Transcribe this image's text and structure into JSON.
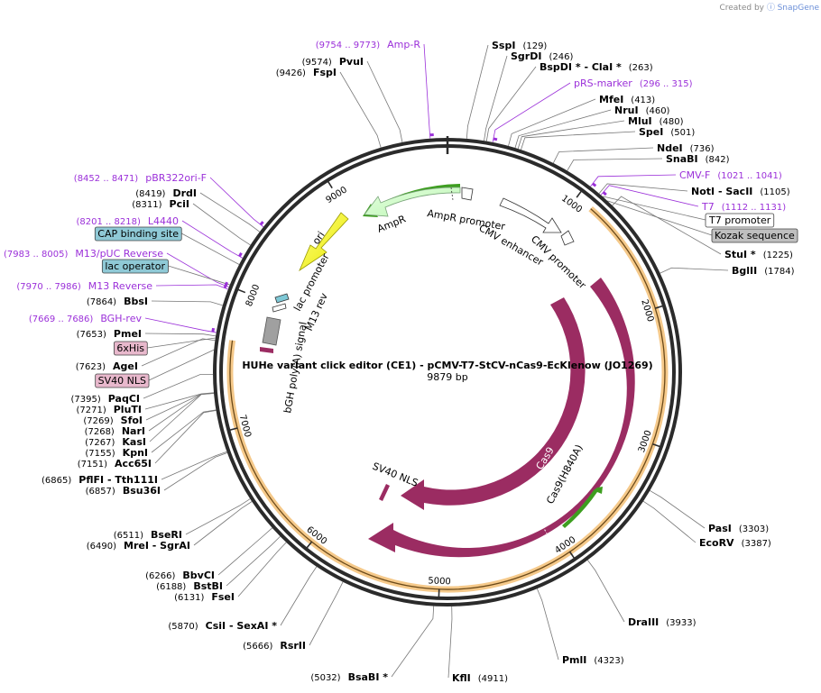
{
  "credit": {
    "prefix": "Created by",
    "brand": "SnapGene"
  },
  "plasmid": {
    "title": "HUHe variant click editor (CE1) - pCMV-T7-StCV-nCas9-EcKlenow (JO1269)",
    "size_label": "9879 bp",
    "length": 9879
  },
  "ticks": [
    {
      "label": "1000",
      "bp": 1000
    },
    {
      "label": "2000",
      "bp": 2000
    },
    {
      "label": "3000",
      "bp": 3000
    },
    {
      "label": "4000",
      "bp": 4000
    },
    {
      "label": "5000",
      "bp": 5000
    },
    {
      "label": "6000",
      "bp": 6000
    },
    {
      "label": "7000",
      "bp": 7000
    },
    {
      "label": "8000",
      "bp": 8000
    },
    {
      "label": "9000",
      "bp": 9000
    }
  ],
  "sites": [
    {
      "name": "SspI",
      "pos": "(129)",
      "bp": 129
    },
    {
      "name": "SgrDI",
      "pos": "(246)",
      "bp": 246
    },
    {
      "name": "BspDI * - ClaI *",
      "pos": "(263)",
      "bp": 263
    },
    {
      "name": "MfeI",
      "pos": "(413)",
      "bp": 413
    },
    {
      "name": "NruI",
      "pos": "(460)",
      "bp": 460
    },
    {
      "name": "MluI",
      "pos": "(480)",
      "bp": 480
    },
    {
      "name": "SpeI",
      "pos": "(501)",
      "bp": 501
    },
    {
      "name": "NdeI",
      "pos": "(736)",
      "bp": 736
    },
    {
      "name": "SnaBI",
      "pos": "(842)",
      "bp": 842
    },
    {
      "name": "NotI - SacII",
      "pos": "(1105)",
      "bp": 1105
    },
    {
      "name": "StuI *",
      "pos": "(1225)",
      "bp": 1225
    },
    {
      "name": "BglII",
      "pos": "(1784)",
      "bp": 1784
    },
    {
      "name": "PasI",
      "pos": "(3303)",
      "bp": 3303
    },
    {
      "name": "EcoRV",
      "pos": "(3387)",
      "bp": 3387
    },
    {
      "name": "DraIII",
      "pos": "(3933)",
      "bp": 3933
    },
    {
      "name": "PmlI",
      "pos": "(4323)",
      "bp": 4323
    },
    {
      "name": "KflI",
      "pos": "(4911)",
      "bp": 4911
    },
    {
      "name": "BsaBI *",
      "pos": "(5032)",
      "bp": 5032
    },
    {
      "name": "RsrII",
      "pos": "(5666)",
      "bp": 5666
    },
    {
      "name": "CsiI - SexAI *",
      "pos": "(5870)",
      "bp": 5870
    },
    {
      "name": "FseI",
      "pos": "(6131)",
      "bp": 6131
    },
    {
      "name": "BstBI",
      "pos": "(6188)",
      "bp": 6188
    },
    {
      "name": "BbvCI",
      "pos": "(6266)",
      "bp": 6266
    },
    {
      "name": "MreI - SgrAI",
      "pos": "(6490)",
      "bp": 6490
    },
    {
      "name": "BseRI",
      "pos": "(6511)",
      "bp": 6511
    },
    {
      "name": "Bsu36I",
      "pos": "(6857)",
      "bp": 6857
    },
    {
      "name": "PflFI - Tth111I",
      "pos": "(6865)",
      "bp": 6865
    },
    {
      "name": "Acc65I",
      "pos": "(7151)",
      "bp": 7151
    },
    {
      "name": "KpnI",
      "pos": "(7155)",
      "bp": 7155
    },
    {
      "name": "KasI",
      "pos": "(7267)",
      "bp": 7267
    },
    {
      "name": "NarI",
      "pos": "(7268)",
      "bp": 7268
    },
    {
      "name": "SfoI",
      "pos": "(7269)",
      "bp": 7269
    },
    {
      "name": "PluTI",
      "pos": "(7271)",
      "bp": 7271
    },
    {
      "name": "PaqCI",
      "pos": "(7395)",
      "bp": 7395
    },
    {
      "name": "AgeI",
      "pos": "(7623)",
      "bp": 7623
    },
    {
      "name": "PmeI",
      "pos": "(7653)",
      "bp": 7653
    },
    {
      "name": "BbsI",
      "pos": "(7864)",
      "bp": 7864
    },
    {
      "name": "PciI",
      "pos": "(8311)",
      "bp": 8311
    },
    {
      "name": "DrdI",
      "pos": "(8419)",
      "bp": 8419
    },
    {
      "name": "FspI",
      "pos": "(9426)",
      "bp": 9426
    },
    {
      "name": "PvuI",
      "pos": "(9574)",
      "bp": 9574
    }
  ],
  "primers": [
    {
      "name": "Amp-R",
      "range": "(9754 .. 9773)",
      "bp": 9763
    },
    {
      "name": "pRS-marker",
      "range": "(296 .. 315)",
      "bp": 305
    },
    {
      "name": "CMV-F",
      "range": "(1021 .. 1041)",
      "bp": 1031
    },
    {
      "name": "T7",
      "range": "(1112 .. 1131)",
      "bp": 1121
    },
    {
      "name": "pBR322ori-F",
      "range": "(8452 .. 8471)",
      "bp": 8461
    },
    {
      "name": "L4440",
      "range": "(8201 .. 8218)",
      "bp": 8209
    },
    {
      "name": "M13/pUC Reverse",
      "range": "(7983 .. 8005)",
      "bp": 7994
    },
    {
      "name": "M13 Reverse",
      "range": "(7970 .. 7986)",
      "bp": 7978
    },
    {
      "name": "BGH-rev",
      "range": "(7669 .. 7686)",
      "bp": 7677
    }
  ],
  "boxed_features": [
    {
      "name": "T7 promoter",
      "fill": "#ffffff"
    },
    {
      "name": "Kozak sequence",
      "fill": "#bfbfbf"
    },
    {
      "name": "CAP binding site",
      "fill": "#8fc9d6"
    },
    {
      "name": "lac operator",
      "fill": "#8fc9d6"
    },
    {
      "name": "6xHis",
      "fill": "#e8b8cc"
    },
    {
      "name": "SV40 NLS",
      "fill": "#e8b8cc"
    }
  ],
  "features": [
    {
      "name": "AmpR",
      "color": "#ccffcc"
    },
    {
      "name": "AmpR promoter",
      "color": "#ffffff"
    },
    {
      "name": "ori",
      "color": "#ffff00"
    },
    {
      "name": "CMV enhancer",
      "color": "#ffffff"
    },
    {
      "name": "CMV promoter",
      "color": "#ffffff"
    },
    {
      "name": "lac promoter",
      "color": "#7ec8d6"
    },
    {
      "name": "M13 rev",
      "color": "#ffffff"
    },
    {
      "name": "bGH poly(A) signal",
      "color": "#a0a0a0"
    },
    {
      "name": "Cas9",
      "color": "#9b2c62"
    },
    {
      "name": "Cas9(H840A)",
      "color": "#9b2c62"
    },
    {
      "name": "SV40 NLS",
      "color": "#9b2c62"
    }
  ],
  "colors": {
    "backbone": "#333333",
    "orf_highlight": "#f5c98a",
    "primer": "#9b30d9",
    "arrow_green": "#3d9e1f"
  }
}
